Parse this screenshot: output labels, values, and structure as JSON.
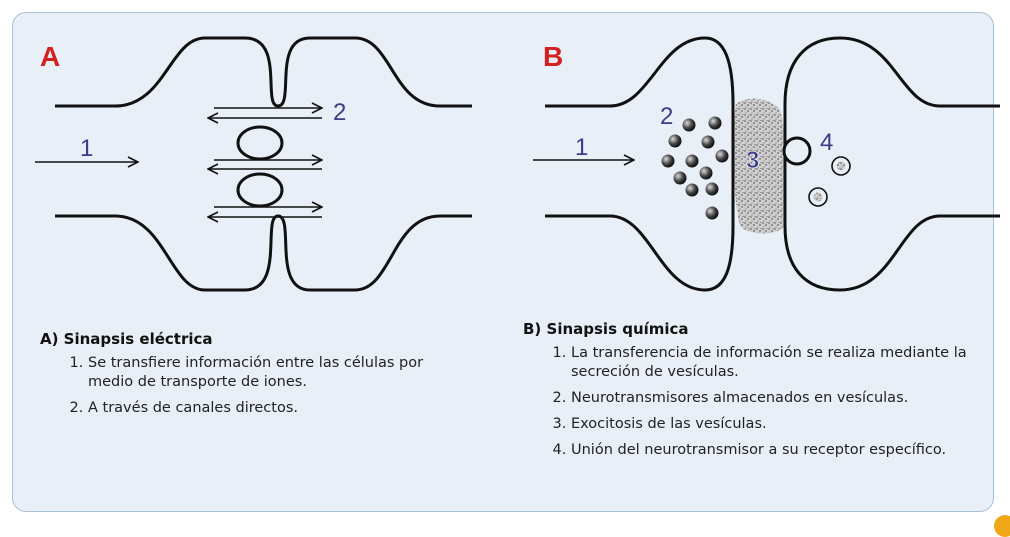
{
  "panel_a": {
    "letter": "A",
    "labels": [
      "1",
      "2"
    ],
    "caption_title": "A) Sinapsis eléctrica",
    "items": [
      "Se transfiere información entre las células por medio de transporte de iones.",
      "A través de canales directos."
    ]
  },
  "panel_b": {
    "letter": "B",
    "labels": [
      "1",
      "2",
      "3",
      "4"
    ],
    "caption_title": "B) Sinapsis química",
    "items": [
      "La transferencia de información se realiza mediante la secreción de vesículas.",
      "Neurotransmisores almacenados en vesículas.",
      "Exocitosis de las vesículas.",
      "Unión del neurotransmisor a su receptor específico."
    ]
  },
  "colors": {
    "letter": "#d42020",
    "number": "#3d3a8a",
    "line": "#111111",
    "panel_bg": "#e9eff6",
    "panel_border": "#a9bfd6"
  }
}
